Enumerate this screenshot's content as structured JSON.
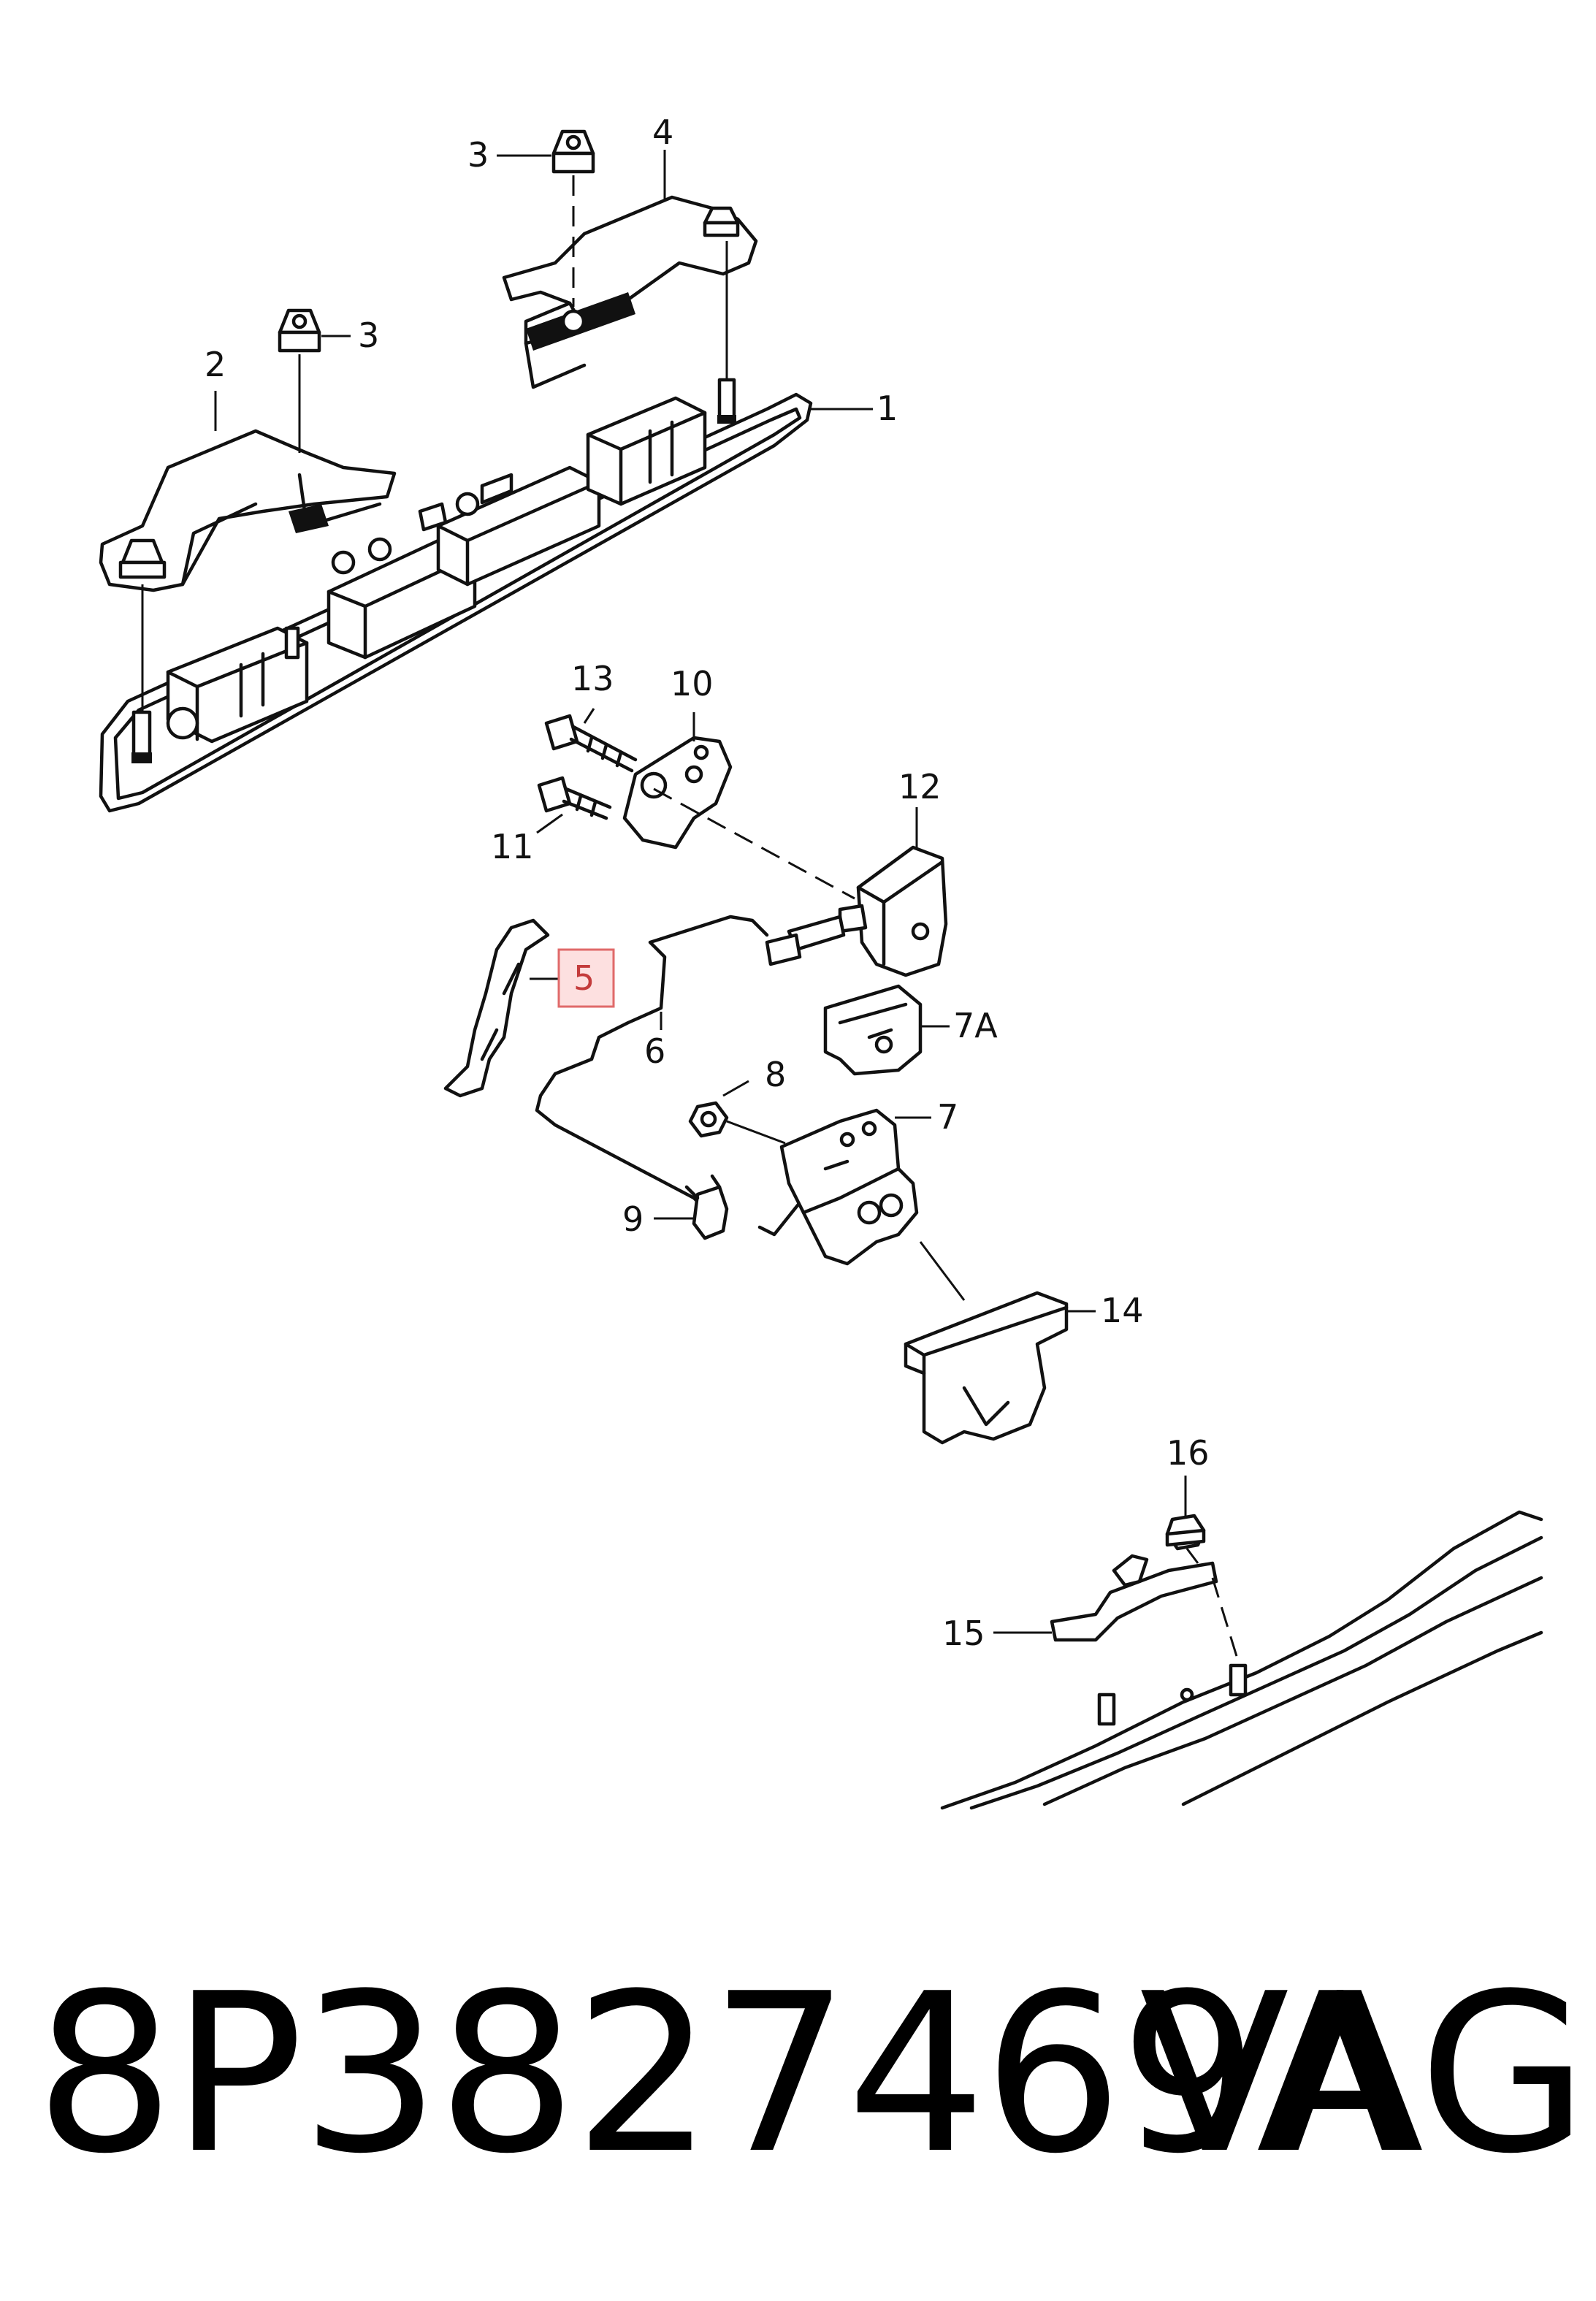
{
  "callouts": {
    "c1": "1",
    "c2": "2",
    "c3a": "3",
    "c3b": "3",
    "c4": "4",
    "c5": "5",
    "c6": "6",
    "c7": "7",
    "c7a": "7A",
    "c8": "8",
    "c9": "9",
    "c10": "10",
    "c11": "11",
    "c12": "12",
    "c13": "13",
    "c14": "14",
    "c15": "15",
    "c16": "16"
  },
  "highlighted_callout": "5",
  "highlight_color": "#e06a6a",
  "footer": {
    "part_number": "8P3827469A",
    "brand": "VAG"
  }
}
